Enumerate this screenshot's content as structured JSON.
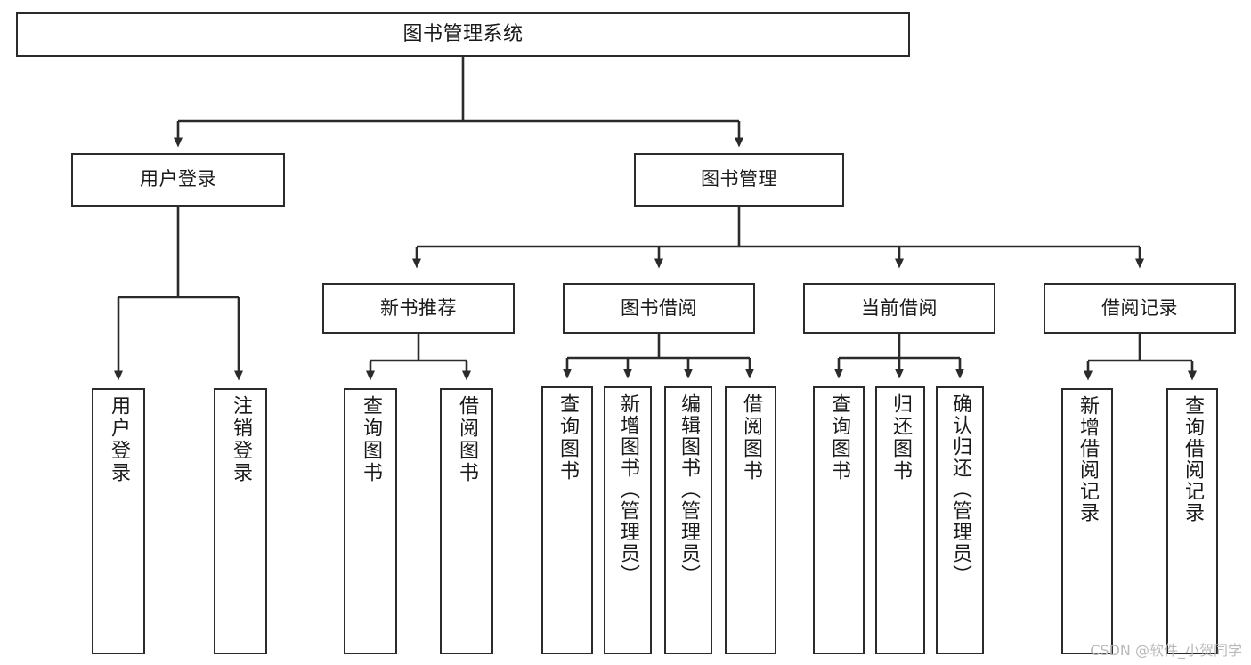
{
  "diagram": {
    "type": "tree",
    "title": "图书管理系统",
    "background_color": "#ffffff",
    "line_color": "#2b2b2b",
    "text_color": "#1a1a1a",
    "root": {
      "label": "图书管理系统"
    },
    "level2": [
      {
        "label": "用户登录"
      },
      {
        "label": "图书管理"
      }
    ],
    "level3": [
      {
        "label": "新书推荐"
      },
      {
        "label": "图书借阅"
      },
      {
        "label": "当前借阅"
      },
      {
        "label": "借阅记录"
      }
    ],
    "leaves": {
      "user_login": [
        {
          "label": "用户登录"
        },
        {
          "label": "注销登录"
        }
      ],
      "new_book_recommend": [
        {
          "label": "查询图书"
        },
        {
          "label": "借阅图书"
        }
      ],
      "book_borrow": [
        {
          "label": "查询图书"
        },
        {
          "label": "新增图书（管理员）"
        },
        {
          "label": "编辑图书（管理员）"
        },
        {
          "label": "借阅图书"
        }
      ],
      "current_borrow": [
        {
          "label": "查询图书"
        },
        {
          "label": "归还图书"
        },
        {
          "label": "确认归还（管理员）"
        }
      ],
      "borrow_record": [
        {
          "label": "新增借阅记录"
        },
        {
          "label": "查询借阅记录"
        }
      ]
    }
  },
  "watermark": {
    "text": "CSDN @软件_小贺同学"
  }
}
